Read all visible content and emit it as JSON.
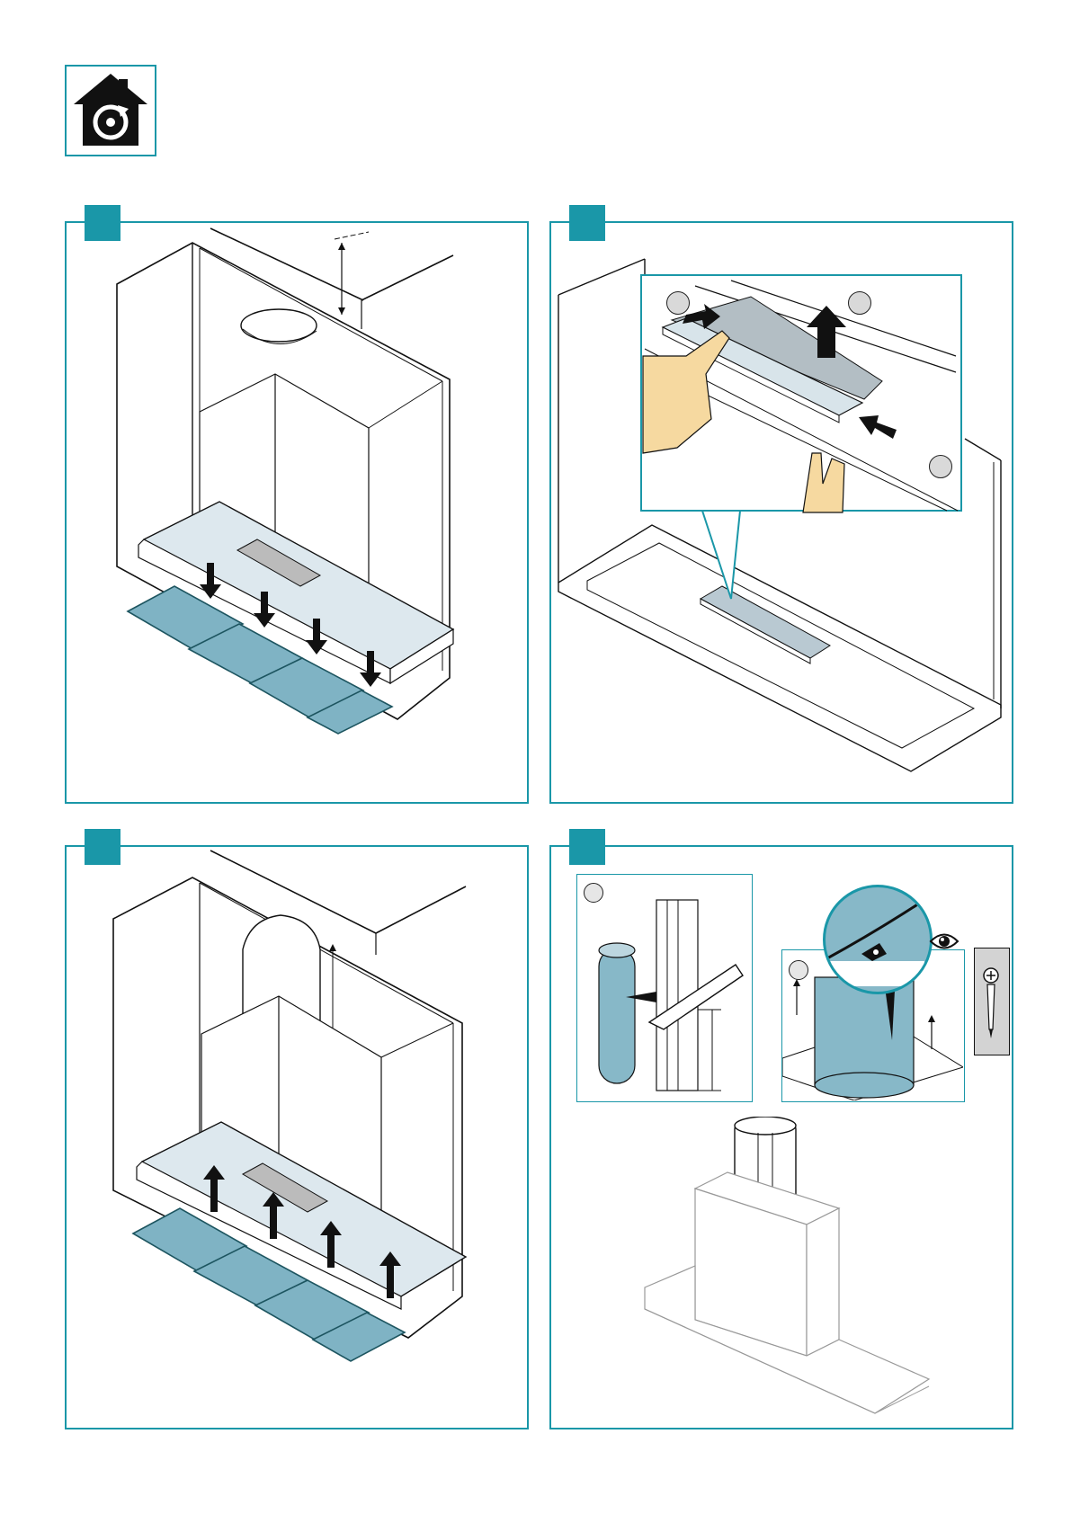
{
  "page": {
    "colors": {
      "accent": "#1a97a8",
      "filter_fill": "#7fb3c4",
      "panel_fill": "#dde8ee",
      "duct_fill": "#87b8c8",
      "skin": "#f6d9a0"
    },
    "header_icon": "house-recirculation-icon",
    "steps": [
      {
        "icon": "step-tab",
        "illustration": "remove-grease-filters"
      },
      {
        "icon": "step-tab",
        "illustration": "remove-ceiling-plate"
      },
      {
        "icon": "step-tab",
        "illustration": "reinstall-grease-filters"
      },
      {
        "icon": "step-tab",
        "illustration": "install-duct-cover"
      }
    ],
    "arrow_icon_names": [
      "arrow-down-icon",
      "arrow-up-icon",
      "arrow-right-icon",
      "arrow-left-icon"
    ],
    "eye_icon": "eye-icon",
    "screw_icon": "screw-icon"
  }
}
